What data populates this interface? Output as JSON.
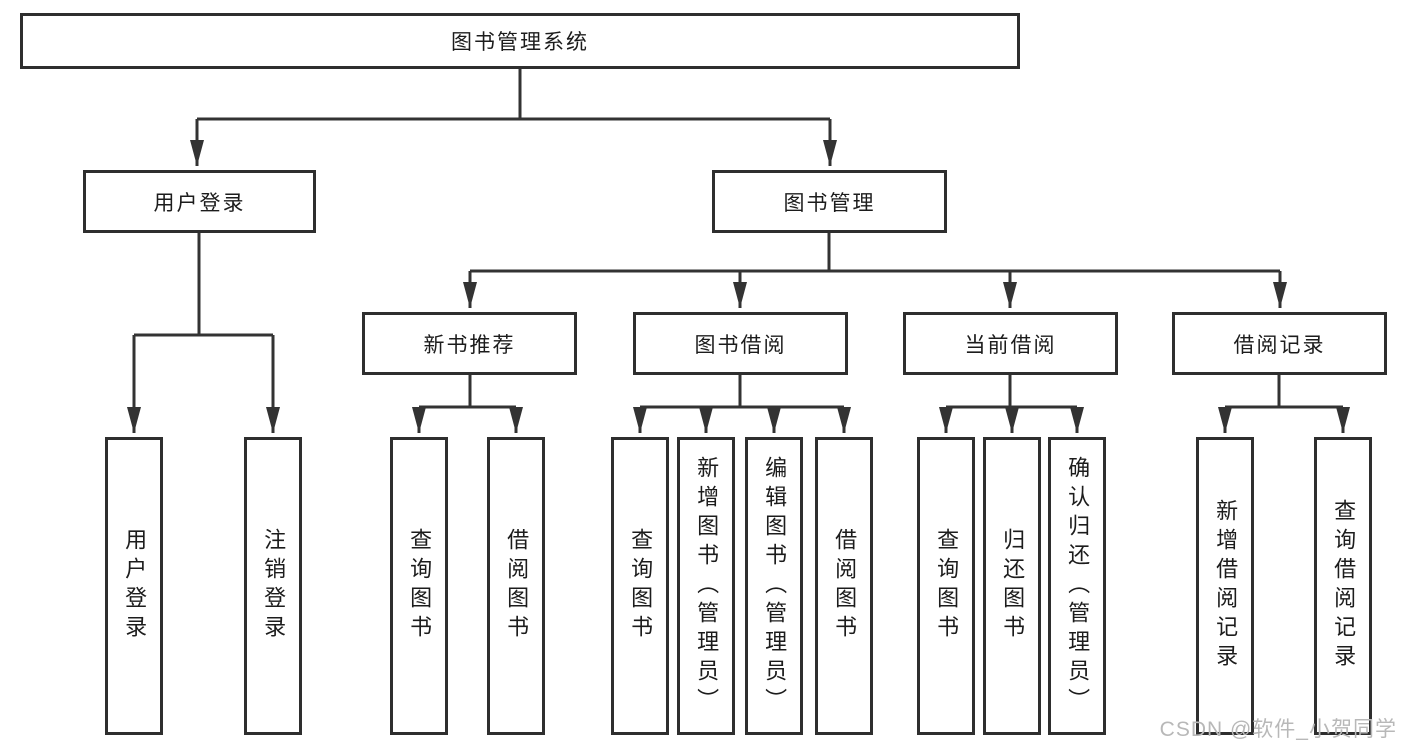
{
  "tree": {
    "label": "图书管理系统",
    "children": [
      {
        "label": "用户登录",
        "children": [
          {
            "label": "用户登录"
          },
          {
            "label": "注销登录"
          }
        ]
      },
      {
        "label": "图书管理",
        "children": [
          {
            "label": "新书推荐",
            "children": [
              {
                "label": "查询图书"
              },
              {
                "label": "借阅图书"
              }
            ]
          },
          {
            "label": "图书借阅",
            "children": [
              {
                "label": "查询图书"
              },
              {
                "label": "新增图书（管理员）"
              },
              {
                "label": "编辑图书（管理员）"
              },
              {
                "label": "借阅图书"
              }
            ]
          },
          {
            "label": "当前借阅",
            "children": [
              {
                "label": "查询图书"
              },
              {
                "label": "归还图书"
              },
              {
                "label": "确认归还（管理员）"
              }
            ]
          },
          {
            "label": "借阅记录",
            "children": [
              {
                "label": "新增借阅记录"
              },
              {
                "label": "查询借阅记录"
              }
            ]
          }
        ]
      }
    ]
  },
  "watermark": {
    "text": "CSDN @软件_小贺同学"
  },
  "colors": {
    "line": "#333333",
    "box_border": "#2e2e2e",
    "text": "#1c1c1c",
    "watermark": "#b8b8b8",
    "background": "#ffffff"
  }
}
